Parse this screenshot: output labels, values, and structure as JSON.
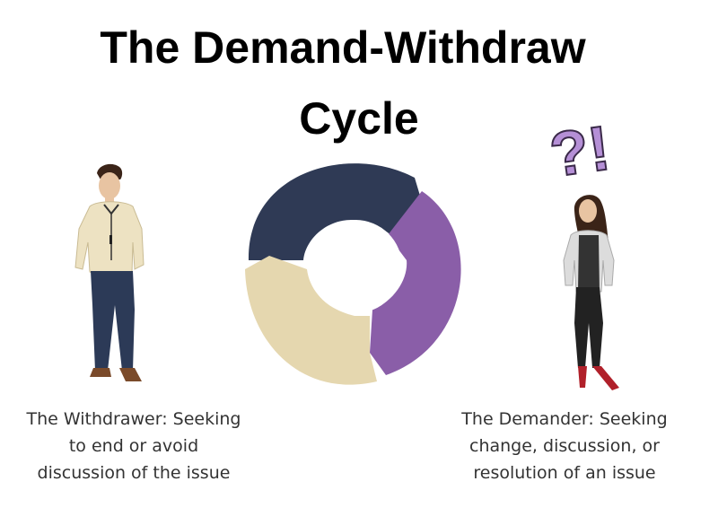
{
  "title": {
    "line1": "The Demand-Withdraw",
    "line2": "Cycle"
  },
  "withdrawer": {
    "caption_lines": [
      "The Withdrawer: Seeking",
      "to end or avoid",
      "discussion of the issue"
    ]
  },
  "demander": {
    "caption_lines": [
      "The Demander: Seeking",
      "change, discussion, or",
      "resolution of an issue"
    ],
    "symbols": "?!"
  },
  "cycle": {
    "segments": [
      {
        "name": "navy-segment",
        "color": "#2f3a55"
      },
      {
        "name": "purple-segment",
        "color": "#8a5ea8"
      },
      {
        "name": "beige-segment",
        "color": "#e5d7af"
      }
    ]
  },
  "colors": {
    "symbol_purple": "#b58fd6",
    "shirt": "#ede2c2",
    "pants": "#2c3a57"
  }
}
